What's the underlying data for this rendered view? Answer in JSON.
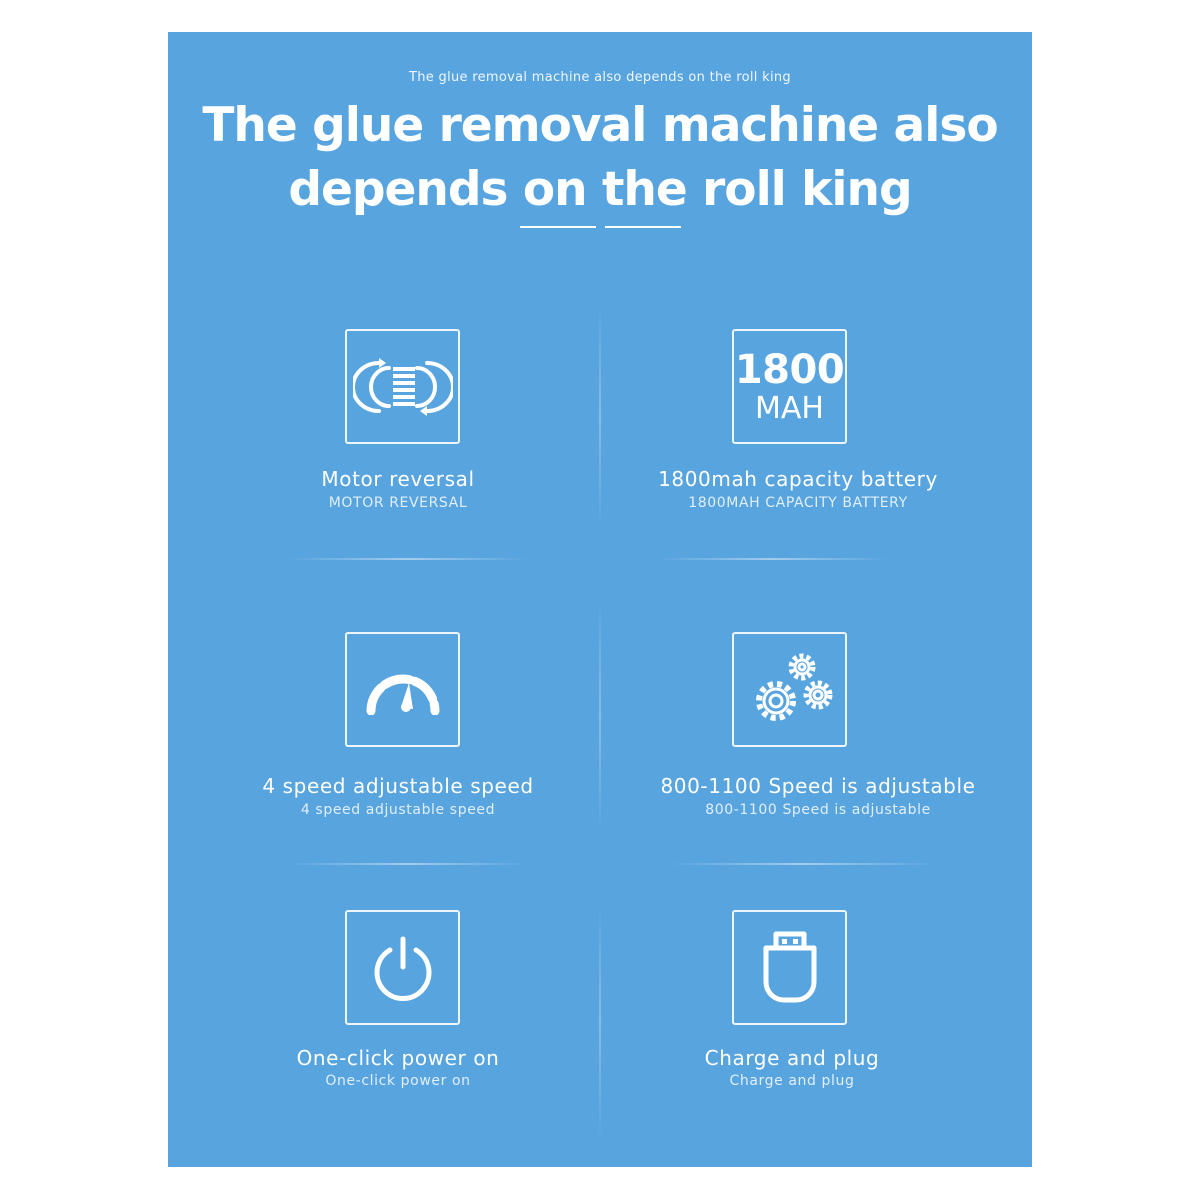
{
  "header": {
    "kicker": "The glue removal machine also depends on the roll king",
    "title_line1": "The glue removal machine also",
    "title_line2": "depends on the roll king"
  },
  "features": [
    {
      "label": "Motor reversal",
      "sublabel": "MOTOR REVERSAL",
      "icon": "motor-reversal-icon"
    },
    {
      "label": "1800mah capacity battery",
      "sublabel": "1800MAH CAPACITY BATTERY",
      "icon": "battery-capacity-icon",
      "icon_text": {
        "number": "1800",
        "unit": "MAH"
      }
    },
    {
      "label": "4 speed adjustable speed",
      "sublabel": "4 speed adjustable speed",
      "icon": "speedometer-icon"
    },
    {
      "label": "800-1100 Speed is adjustable",
      "sublabel": "800-1100 Speed is adjustable",
      "icon": "gears-icon"
    },
    {
      "label": "One-click power on",
      "sublabel": "One-click power on",
      "icon": "power-icon"
    },
    {
      "label": "Charge and plug",
      "sublabel": "Charge and plug",
      "icon": "usb-plug-icon"
    }
  ],
  "colors": {
    "panel_background": "#58a4df",
    "foreground": "#ffffff"
  }
}
